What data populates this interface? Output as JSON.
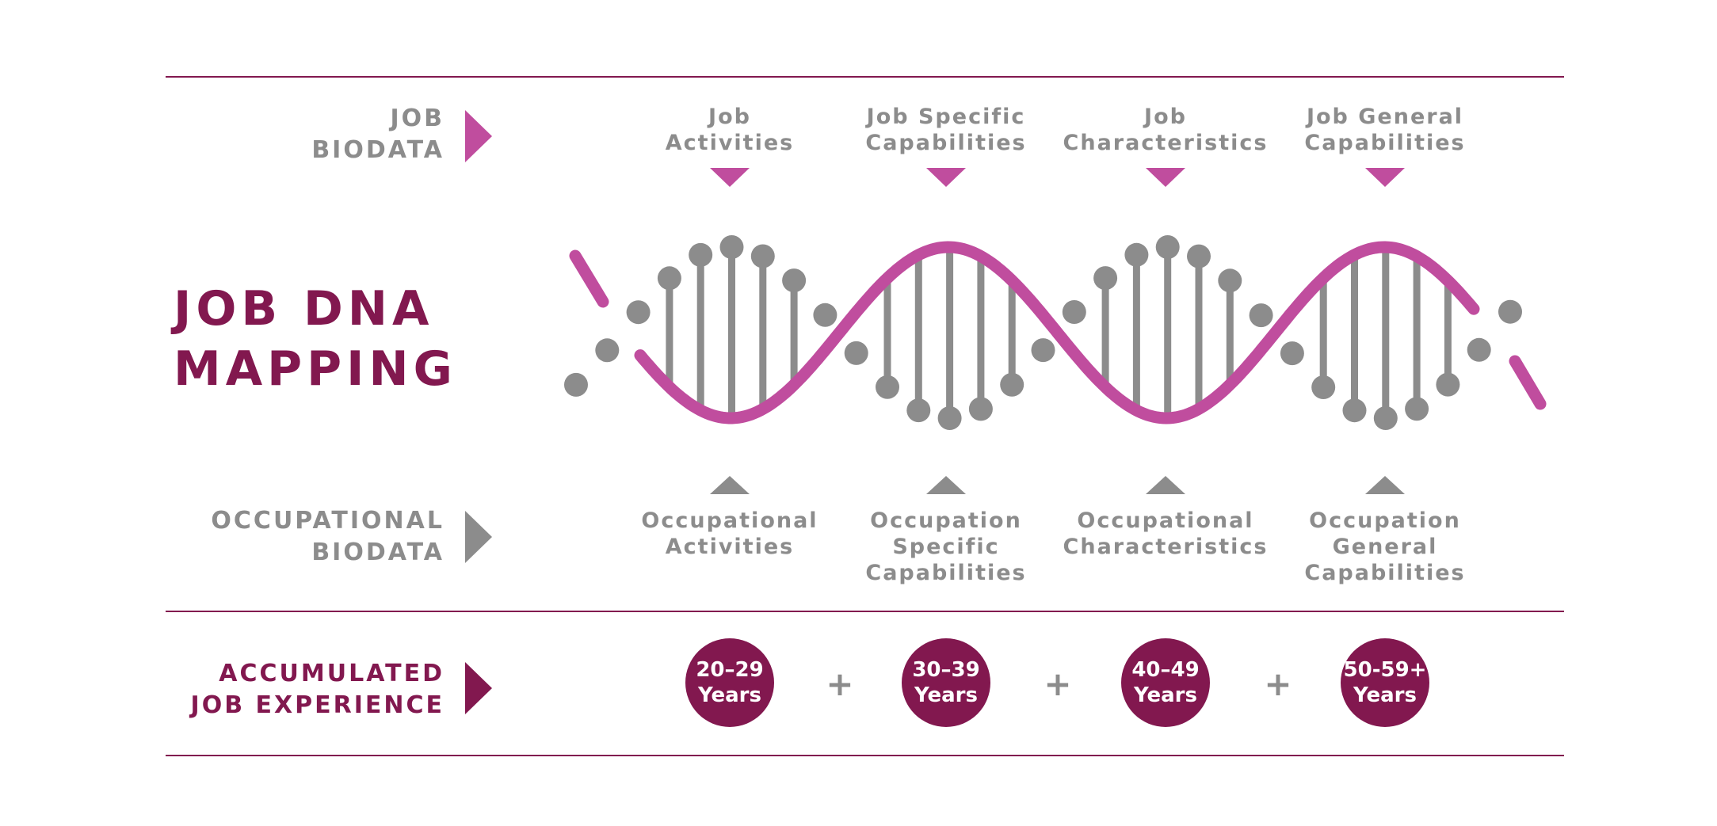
{
  "colors": {
    "maroon": "#82184f",
    "magenta": "#c04d9e",
    "grey": "#8c8c8c"
  },
  "title": {
    "line1": "JOB DNA",
    "line2": "MAPPING"
  },
  "rows": {
    "job_biodata": {
      "line1": "JOB",
      "line2": "BIODATA"
    },
    "occupational_biodata": {
      "line1": "OCCUPATIONAL",
      "line2": "BIODATA"
    },
    "accumulated": {
      "line1": "ACCUMULATED",
      "line2": "JOB EXPERIENCE"
    }
  },
  "job_labels": [
    {
      "lines": [
        "Job",
        "Activities"
      ]
    },
    {
      "lines": [
        "Job Specific",
        "Capabilities"
      ]
    },
    {
      "lines": [
        "Job",
        "Characteristics"
      ]
    },
    {
      "lines": [
        "Job General",
        "Capabilities"
      ]
    }
  ],
  "occupational_labels": [
    {
      "lines": [
        "Occupational",
        "Activities"
      ]
    },
    {
      "lines": [
        "Occupation",
        "Specific",
        "Capabilities"
      ]
    },
    {
      "lines": [
        "Occupational",
        "Characteristics"
      ]
    },
    {
      "lines": [
        "Occupation",
        "General",
        "Capabilities"
      ]
    }
  ],
  "experience": [
    {
      "range": "20–29",
      "unit": "Years"
    },
    {
      "range": "30–39",
      "unit": "Years"
    },
    {
      "range": "40–49",
      "unit": "Years"
    },
    {
      "range": "50-59+",
      "unit": "Years"
    }
  ],
  "connector": "+",
  "icons": [
    "dna-helix-icon",
    "triangle-right-icon",
    "triangle-down-icon",
    "triangle-up-icon"
  ]
}
